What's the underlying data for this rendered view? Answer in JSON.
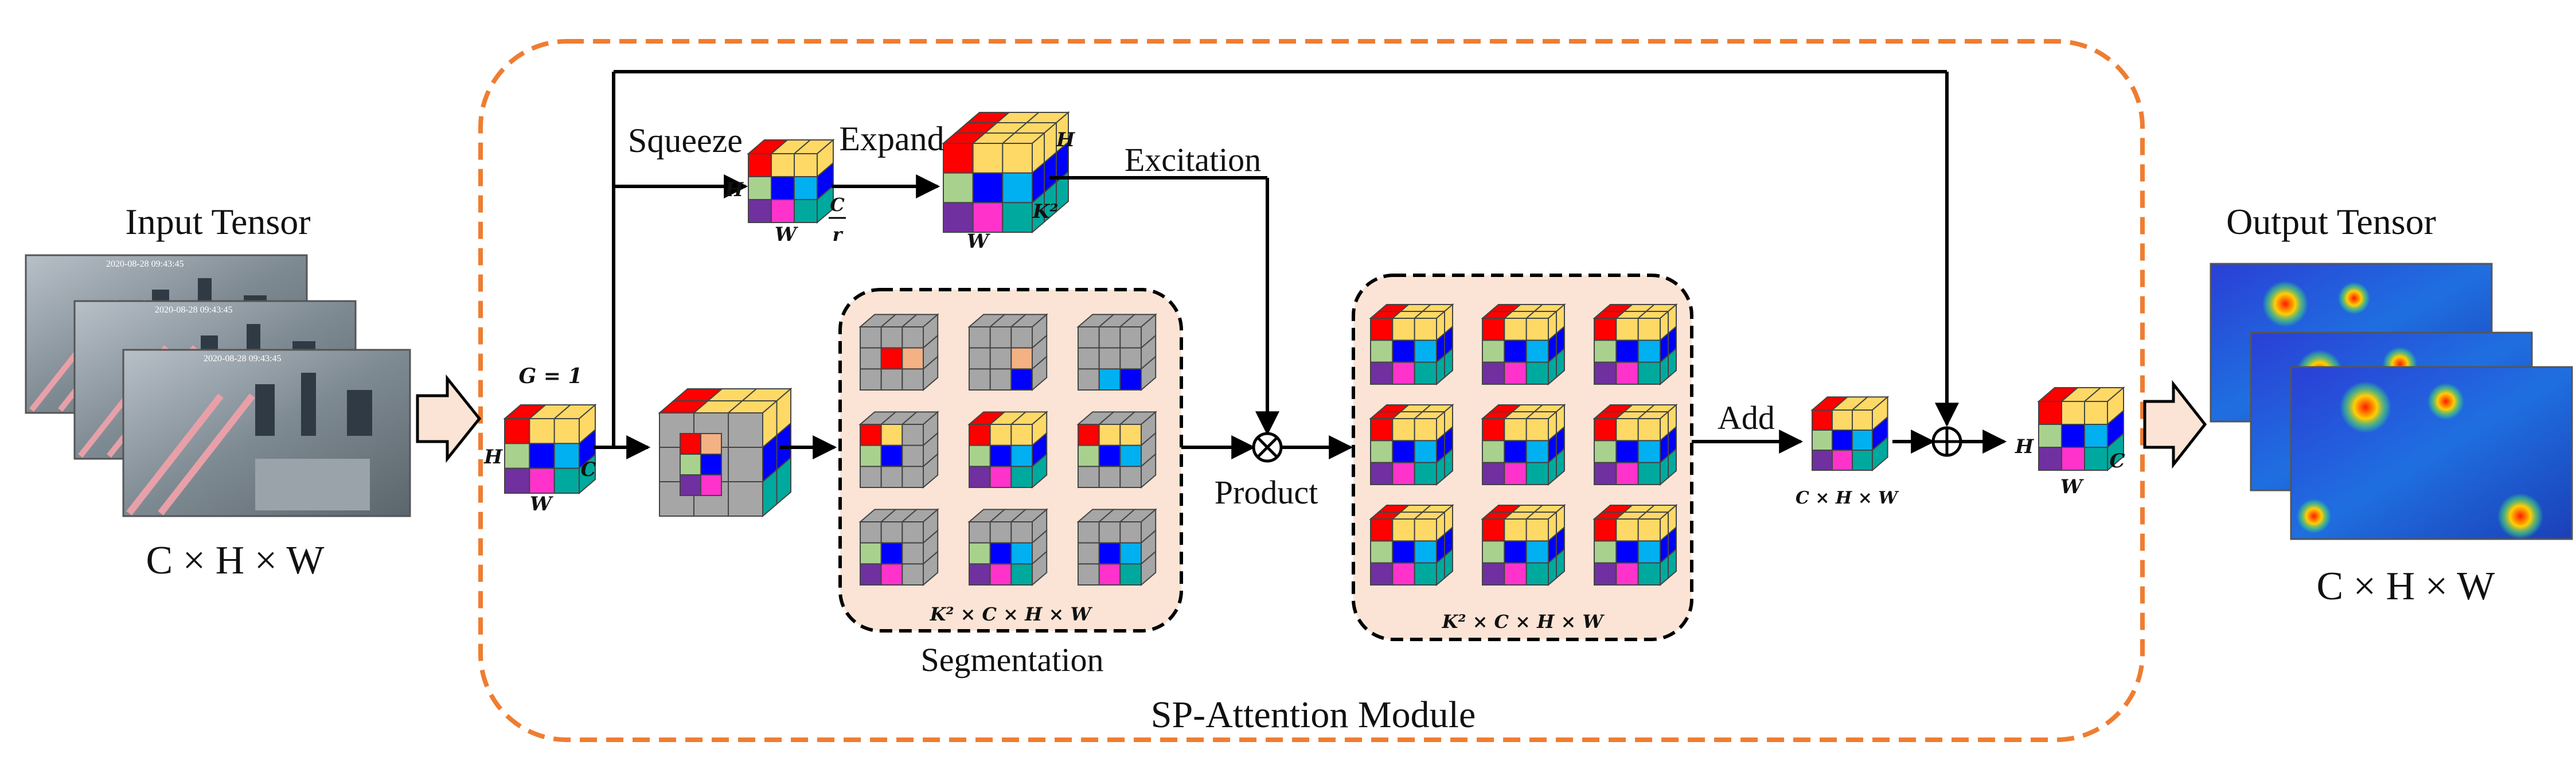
{
  "labels": {
    "input_tensor": "Input Tensor",
    "output_tensor": "Output Tensor",
    "input_dims": "C × H × W",
    "output_dims": "C × H × W",
    "squeeze": "Squeeze",
    "expand": "Expand",
    "excitation": "Excitation",
    "product": "Product",
    "add": "Add",
    "segmentation": "Segmentation",
    "module": "SP-Attention Module",
    "g_eq": "G = 1",
    "dim_h": "H",
    "dim_w": "W",
    "dim_c": "C",
    "c_over_r_num": "C",
    "c_over_r_den": "r",
    "k_squared": "K²",
    "seg_dims": "K² × C × H × W",
    "prod_dims": "K² × C × H × W",
    "add_dims": "C × H × W",
    "input_timestamp": "2020-08-28 09:43:45",
    "product_symbol": "⊗",
    "sum_symbol": "⊕"
  },
  "colors": {
    "module_border": "#ef7d31",
    "panel_fill": "#fbe4d5",
    "red": "#ff0000",
    "yellow": "#ffd966",
    "orange": "#f4b183",
    "blue": "#0000ff",
    "sky": "#00b0f0",
    "green": "#a9d18e",
    "teal": "#00a99d",
    "purple": "#7030a0",
    "magenta": "#ff33cc",
    "grey": "#a6a6a6"
  }
}
